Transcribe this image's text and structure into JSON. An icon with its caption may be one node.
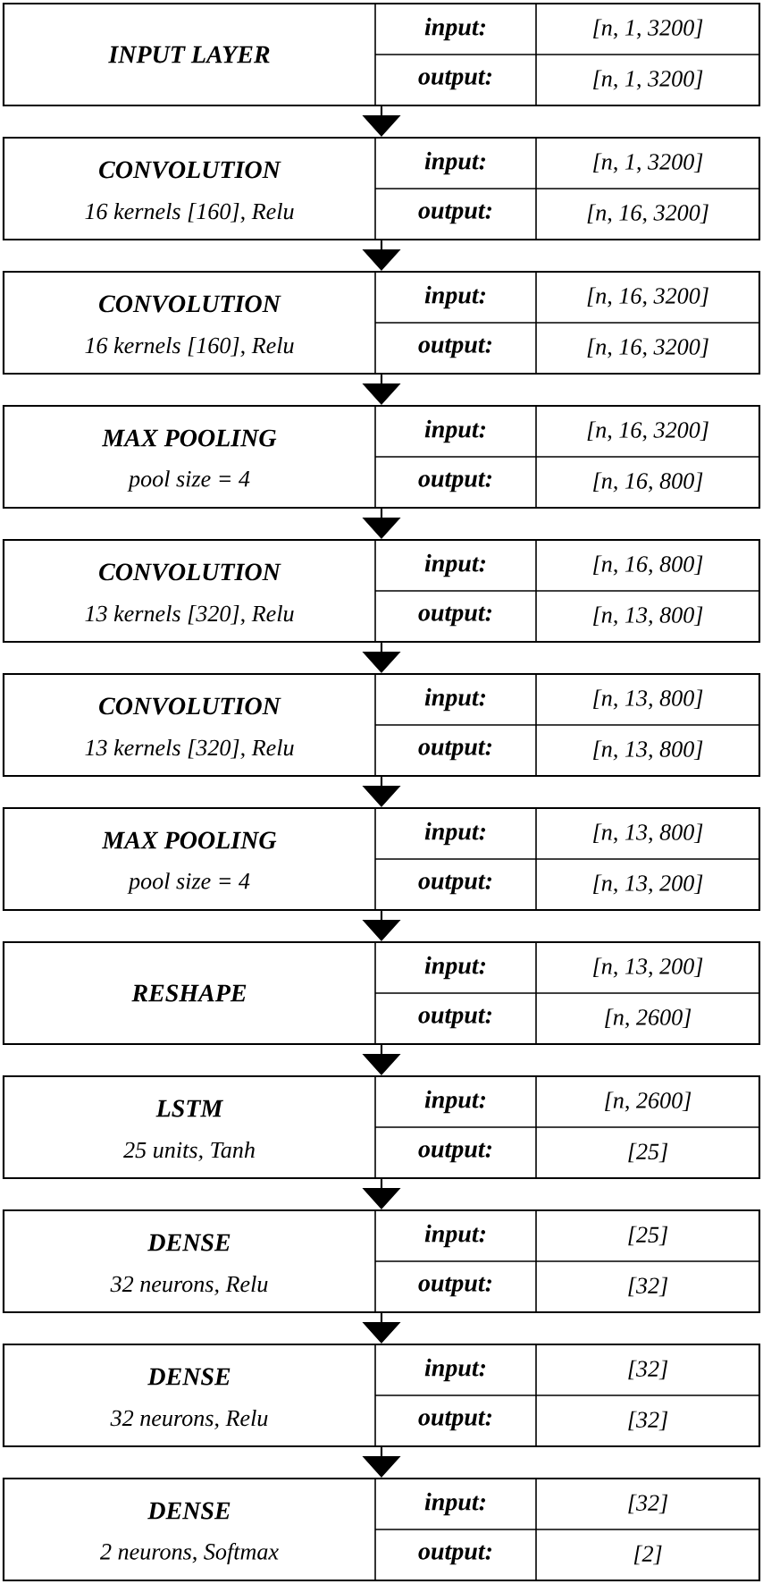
{
  "diagram": {
    "nodes": [
      {
        "text": [
          "INPUT LAYER",
          "input:",
          "[n, 1, 3200]",
          "output:",
          "[n, 1, 3200]"
        ]
      },
      {
        "text": [
          "CONVOLUTION",
          "16 kernels [160], Relu",
          "input:",
          "[n, 1, 3200]",
          "output:",
          "[n, 16, 3200]"
        ]
      },
      {
        "text": [
          "CONVOLUTION",
          "16 kernels [160], Relu",
          "input:",
          "[n, 16, 3200]",
          "output:",
          "[n, 16, 3200]"
        ]
      },
      {
        "text": [
          "MAX POOLING",
          "pool size = 4",
          "input:",
          "[n, 16, 3200]",
          "output:",
          "[n, 16, 800]"
        ]
      },
      {
        "text": [
          "CONVOLUTION",
          "13 kernels [320], Relu",
          "input:",
          "[n, 16, 800]",
          "output:",
          "[n, 13, 800]"
        ]
      },
      {
        "text": [
          "CONVOLUTION",
          "13 kernels [320], Relu",
          "input:",
          "[n, 13, 800]",
          "output:",
          "[n, 13, 800]"
        ]
      },
      {
        "text": [
          "MAX POOLING",
          "pool size = 4",
          "input:",
          "[n, 13, 800]",
          "output:",
          "[n, 13, 200]"
        ]
      },
      {
        "text": [
          "RESHAPE",
          "input:",
          "[n, 13, 200]",
          "output:",
          "[n, 2600]"
        ]
      },
      {
        "text": [
          "LSTM",
          "25 units, Tanh",
          "input:",
          "[n, 2600]",
          "output:",
          "[25]"
        ]
      },
      {
        "text": [
          "DENSE",
          "32 neurons, Relu",
          "input:",
          "[25]",
          "output:",
          "[32]"
        ]
      },
      {
        "text": [
          "DENSE",
          "32 neurons, Relu",
          "input:",
          "[32]",
          "output:",
          "[32]"
        ]
      },
      {
        "text": [
          "DENSE",
          "2 neurons, Softmax",
          "input:",
          "[32]",
          "output:",
          "[2]"
        ]
      }
    ],
    "edges": [
      {
        "from": 0,
        "to": 1,
        "arrow": "to"
      },
      {
        "from": 1,
        "to": 2,
        "arrow": "to"
      },
      {
        "from": 2,
        "to": 3,
        "arrow": "to"
      },
      {
        "from": 3,
        "to": 4,
        "arrow": "to"
      },
      {
        "from": 4,
        "to": 5,
        "arrow": "to"
      },
      {
        "from": 5,
        "to": 6,
        "arrow": "to"
      },
      {
        "from": 6,
        "to": 7,
        "arrow": "to"
      },
      {
        "from": 7,
        "to": 8,
        "arrow": "to"
      },
      {
        "from": 8,
        "to": 9,
        "arrow": "to"
      },
      {
        "from": 9,
        "to": 10,
        "arrow": "to"
      },
      {
        "from": 10,
        "to": 11,
        "arrow": "to"
      }
    ]
  }
}
